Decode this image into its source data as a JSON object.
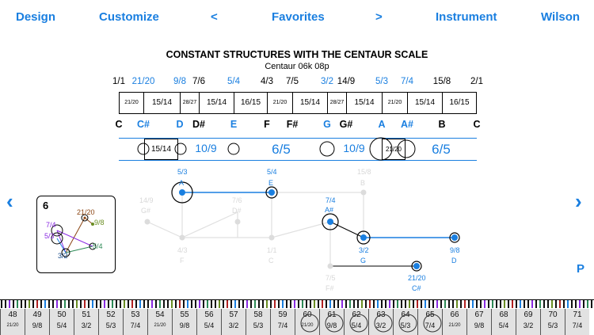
{
  "nav": {
    "design": "Design",
    "customize": "Customize",
    "prev": "<",
    "favorites": "Favorites",
    "next": ">",
    "instrument": "Instrument",
    "wilson": "Wilson"
  },
  "title": "CONSTANT STRUCTURES WITH THE CENTAUR SCALE",
  "subtitle": "Centaur 06k 08p",
  "ratios": [
    {
      "t": "1/1",
      "c": "black"
    },
    {
      "t": "21/20",
      "c": "blue"
    },
    {
      "t": "9/8",
      "c": "blue"
    },
    {
      "t": "7/6",
      "c": "black"
    },
    {
      "t": "5/4",
      "c": "blue"
    },
    {
      "t": "4/3",
      "c": "black"
    },
    {
      "t": "7/5",
      "c": "black"
    },
    {
      "t": "3/2",
      "c": "blue"
    },
    {
      "t": "14/9",
      "c": "black"
    },
    {
      "t": "5/3",
      "c": "blue"
    },
    {
      "t": "7/4",
      "c": "blue"
    },
    {
      "t": "15/8",
      "c": "black"
    },
    {
      "t": "2/1",
      "c": "black"
    }
  ],
  "steps": [
    "21/20",
    "15/14",
    "28/27",
    "15/14",
    "16/15",
    "21/20",
    "15/14",
    "28/27",
    "15/14",
    "21/20",
    "15/14",
    "16/15"
  ],
  "notes": [
    {
      "t": "C",
      "c": "black"
    },
    {
      "t": "C#",
      "c": "blue"
    },
    {
      "t": "D",
      "c": "blue"
    },
    {
      "t": "D#",
      "c": "black"
    },
    {
      "t": "E",
      "c": "blue"
    },
    {
      "t": "F",
      "c": "black"
    },
    {
      "t": "F#",
      "c": "black"
    },
    {
      "t": "G",
      "c": "blue"
    },
    {
      "t": "G#",
      "c": "black"
    },
    {
      "t": "A",
      "c": "blue"
    },
    {
      "t": "A#",
      "c": "blue"
    },
    {
      "t": "B",
      "c": "black"
    },
    {
      "t": "C",
      "c": "black"
    }
  ],
  "intervals": {
    "hl1": "15/14",
    "iv1": "10/9",
    "iv2": "6/5",
    "iv3": "10/9",
    "hl2": "21/20",
    "iv4": "6/5"
  },
  "mini": {
    "count": "6",
    "labels": [
      "21/20",
      "7/4",
      "9/8",
      "5/3",
      "5/4",
      "3/2"
    ]
  },
  "graph": {
    "nodes_active": [
      {
        "ratio": "5/3",
        "note": "A"
      },
      {
        "ratio": "5/4",
        "note": "E"
      },
      {
        "ratio": "7/4",
        "note": "A#"
      },
      {
        "ratio": "3/2",
        "note": "G"
      },
      {
        "ratio": "9/8",
        "note": "D"
      },
      {
        "ratio": "21/20",
        "note": "C#"
      }
    ],
    "nodes_inactive": [
      {
        "ratio": "15/8",
        "note": "B"
      },
      {
        "ratio": "14/9",
        "note": "G#"
      },
      {
        "ratio": "7/6",
        "note": "D#"
      },
      {
        "ratio": "4/3",
        "note": "F"
      },
      {
        "ratio": "1/1",
        "note": "C"
      },
      {
        "ratio": "7/5",
        "note": "F#"
      }
    ]
  },
  "p_button": "P",
  "keys": [
    {
      "n": "48",
      "r": "21/20"
    },
    {
      "n": "49",
      "r": "9/8"
    },
    {
      "n": "50",
      "r": "5/4"
    },
    {
      "n": "51",
      "r": "3/2"
    },
    {
      "n": "52",
      "r": "5/3"
    },
    {
      "n": "53",
      "r": "7/4"
    },
    {
      "n": "54",
      "r": "21/20"
    },
    {
      "n": "55",
      "r": "9/8"
    },
    {
      "n": "56",
      "r": "5/4"
    },
    {
      "n": "57",
      "r": "3/2"
    },
    {
      "n": "58",
      "r": "5/3"
    },
    {
      "n": "59",
      "r": "7/4"
    },
    {
      "n": "60",
      "r": "21/20"
    },
    {
      "n": "61",
      "r": "9/8"
    },
    {
      "n": "62",
      "r": "5/4"
    },
    {
      "n": "63",
      "r": "3/2"
    },
    {
      "n": "64",
      "r": "5/3"
    },
    {
      "n": "65",
      "r": "7/4"
    },
    {
      "n": "66",
      "r": "21/20"
    },
    {
      "n": "67",
      "r": "9/8"
    },
    {
      "n": "68",
      "r": "5/4"
    },
    {
      "n": "69",
      "r": "3/2"
    },
    {
      "n": "70",
      "r": "5/3"
    },
    {
      "n": "71",
      "r": "7/4"
    }
  ],
  "colors": {
    "accent": "#1a7fe0",
    "inactive": "#d0d0d0"
  }
}
